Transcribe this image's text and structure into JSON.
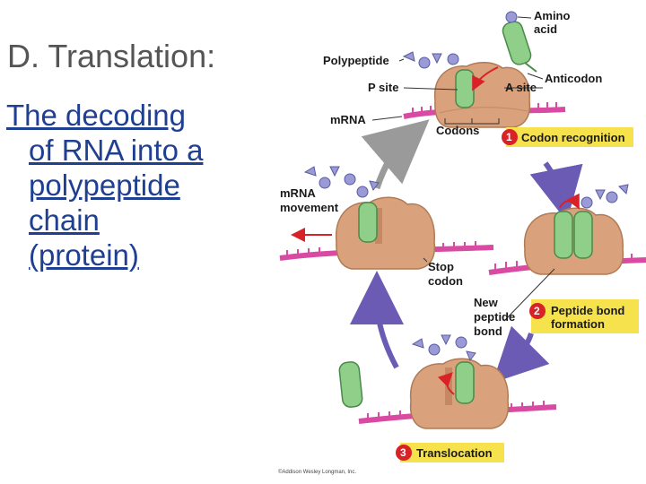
{
  "slide": {
    "title": "D.  Translation:",
    "body_lines": [
      "The decoding",
      "of RNA into a",
      "polypeptide",
      "chain",
      "(protein)"
    ]
  },
  "diagram": {
    "labels": {
      "amino_acid_1": "Amino",
      "amino_acid_2": "acid",
      "polypeptide": "Polypeptide",
      "anticodon": "Anticodon",
      "p_site": "P site",
      "a_site": "A site",
      "mrna": "mRNA",
      "codons": "Codons",
      "mrna_movement_1": "mRNA",
      "mrna_movement_2": "movement",
      "stop_codon_1": "Stop",
      "stop_codon_2": "codon",
      "new_peptide_bond_1": "New",
      "new_peptide_bond_2": "peptide",
      "new_peptide_bond_3": "bond",
      "credit": "©Addison Wesley Longman, Inc."
    },
    "steps": [
      {
        "number": "1",
        "label": "Codon recognition"
      },
      {
        "number": "2",
        "label_line1": "Peptide bond",
        "label_line2": "formation"
      },
      {
        "number": "3",
        "label": "Translocation"
      }
    ],
    "colors": {
      "title_gray": "#555555",
      "body_blue": "#1f3f91",
      "ribosome": "#d9a27c",
      "trna": "#8fcf8a",
      "mrna": "#d94aa3",
      "step_box": "#f6e24c",
      "step_circle": "#d92128",
      "cycle_arrow": "#6b5bb5",
      "amino_acid": "#9a9ad6"
    }
  }
}
